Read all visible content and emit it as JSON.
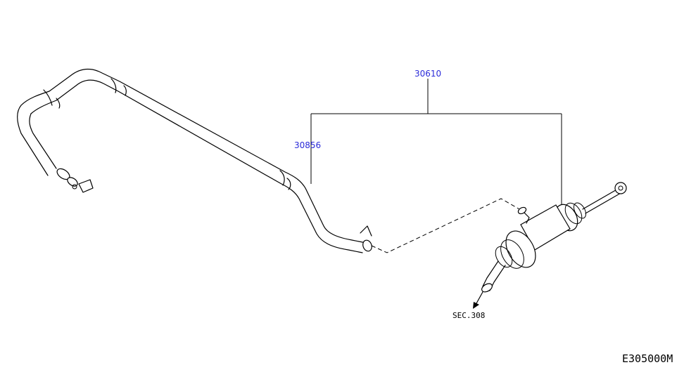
{
  "diagram": {
    "parts": [
      {
        "number": "30610"
      },
      {
        "number": "30856"
      }
    ],
    "section_ref": "SEC.308",
    "figure_code": "E305000M"
  }
}
